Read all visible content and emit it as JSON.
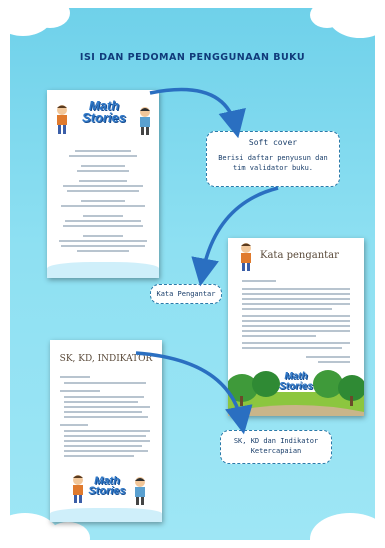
{
  "header": {
    "title": "ISI DAN PEDOMAN PENGGUNAAN BUKU"
  },
  "cover": {
    "logo_line1": "Math",
    "logo_line2": "Stories"
  },
  "callouts": {
    "soft_cover_title": "Soft cover",
    "soft_cover_desc": "Berisi daftar penyusun dan tim validator buku.",
    "kata_pengantar": "Kata Pengantar",
    "sk_kd": "SK, KD dan Indikator Ketercapaian"
  },
  "pages": {
    "kata_pengantar_heading": "Kata pengantar",
    "sk_heading": "SK, KD, INDIKATOR",
    "kp_logo_line1": "Math",
    "kp_logo_line2": "Stories",
    "sk_logo_line1": "Math",
    "sk_logo_line2": "Stories"
  },
  "colors": {
    "background": "#8ee0f2",
    "title": "#103a7a",
    "arrow": "#2a6fc1",
    "logo": "#2f78c8",
    "callout_border": "#2a7aa9"
  },
  "icons": [
    "cloud",
    "curved-arrow",
    "cartoon-kid",
    "tree"
  ]
}
